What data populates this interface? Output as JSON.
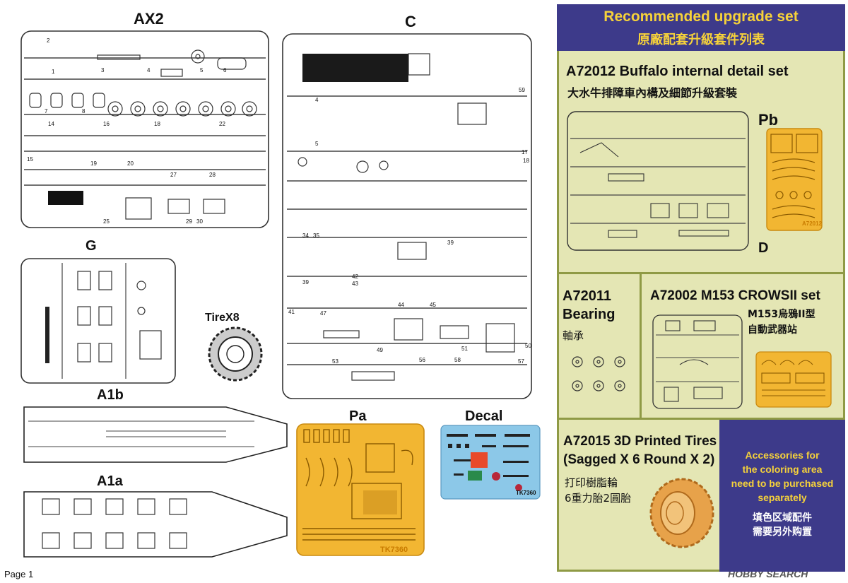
{
  "page": {
    "footer": "Page 1",
    "watermark": "HOBBY SEARCH"
  },
  "sprues": {
    "ax2": "AX2",
    "c": "C",
    "g": "G",
    "tire": "TireX8",
    "a1b": "A1b",
    "a1a": "A1a",
    "pa": "Pa",
    "decal": "Decal",
    "pa_code": "TK7360",
    "decal_code": "TK7360"
  },
  "right": {
    "header_en": "Recommended upgrade set",
    "header_cn": "原廠配套升級套件列表",
    "buffalo_title": "A72012  Buffalo internal detail set",
    "buffalo_cn": "大水牛排障車內構及細節升級套裝",
    "pb": "Pb",
    "d": "D",
    "pb_code": "A72012",
    "bearing_code": "A72011",
    "bearing_en": "Bearing",
    "bearing_cn": "軸承",
    "crows_title": "A72002  M153 CROWSII set",
    "crows_cn1": "M153烏鴉II型",
    "crows_cn2": "自動武器站",
    "tires_title1": "A72015 3D Printed Tires",
    "tires_title2": "(Sagged X 6 Round X 2)",
    "tires_cn1": "打印樹脂輪",
    "tires_cn2": "6重力胎2圓胎",
    "acc_en": [
      "Accessories for",
      "the coloring area",
      "need to be purchased",
      "separately"
    ],
    "acc_cn": [
      "填色区域配件",
      "需要另外购置"
    ]
  },
  "colors": {
    "header_bg": "#3d3a8a",
    "header_text": "#f6d23a",
    "panel_bg": "#e4e6b4",
    "olive_border": "#8f9a45",
    "acc_bg": "#3d3a8a",
    "acc_text": "#f6d23a",
    "pe_bg": "#f2b632",
    "decal_bg": "#8cc8e8"
  }
}
